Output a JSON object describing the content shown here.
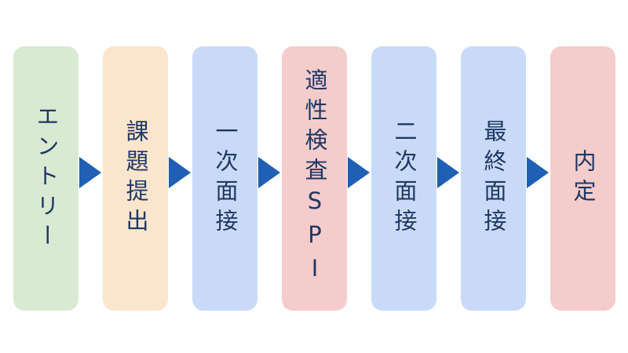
{
  "steps": [
    {
      "label": "エントリー",
      "color": "#d9ead3"
    },
    {
      "label": "課題提出",
      "color": "#fce5cd"
    },
    {
      "label": "一次面接",
      "color": "#c9daf8"
    },
    {
      "label": "適性検査SPI",
      "color": "#f4cccc"
    },
    {
      "label": "二次面接",
      "color": "#c9daf8"
    },
    {
      "label": "最終面接",
      "color": "#c9daf8"
    },
    {
      "label": "内定",
      "color": "#f4cccc"
    }
  ],
  "arrow_color": "#1f5fb4"
}
